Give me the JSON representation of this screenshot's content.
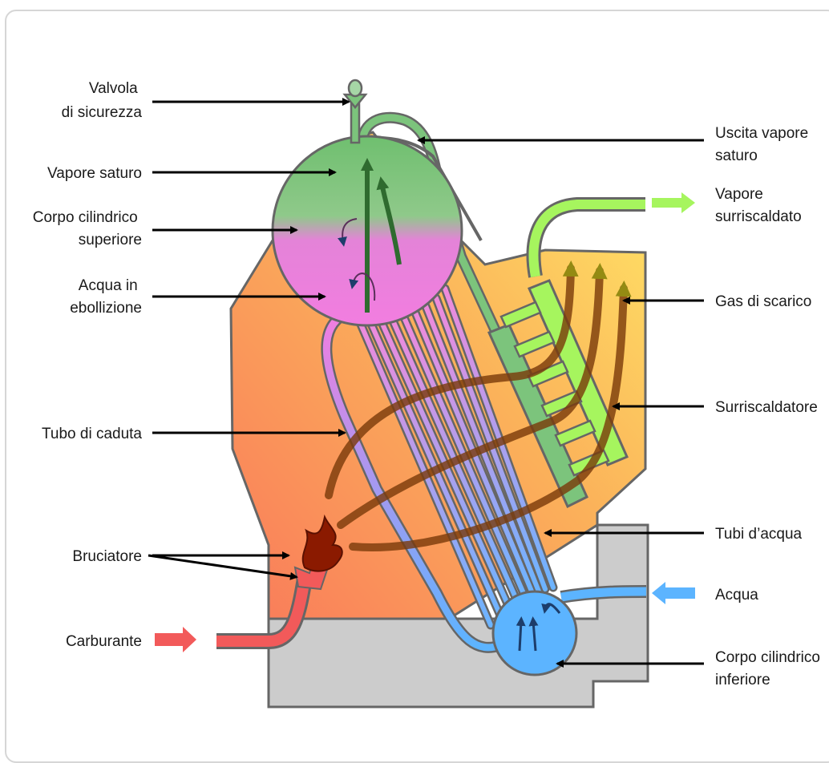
{
  "labels": {
    "safety_valve": [
      "Valvola",
      "di sicurezza"
    ],
    "saturated_steam": "Vapore saturo",
    "upper_drum": [
      "Corpo cilindrico",
      "superiore"
    ],
    "boiling_water": [
      "Acqua in",
      "ebollizione"
    ],
    "downcomer": "Tubo di caduta",
    "burner": "Bruciatore",
    "fuel": "Carburante",
    "steam_outlet": [
      "Uscita vapore",
      "saturo"
    ],
    "superheated_steam": [
      "Vapore",
      "surriscaldato"
    ],
    "exhaust_gas": "Gas di scarico",
    "superheater": "Surriscaldatore",
    "water_tubes": "Tubi d’acqua",
    "water": "Acqua",
    "lower_drum": [
      "Corpo cilindrico",
      "inferiore"
    ]
  },
  "colors": {
    "furnace_hot": "#f97a5a",
    "furnace_warm": "#ffe866",
    "steam_green": "#7cc47c",
    "boiling_pink": "#f27de0",
    "water_blue": "#5cb4ff",
    "superheated_green": "#a6f55e",
    "fuel_red": "#f25a5a",
    "flue_brown": "#7a3a0a",
    "base_grey": "#cccccc",
    "outline": "#666666"
  },
  "icons": [
    "flame-icon",
    "arrow-right-icon",
    "arrow-left-icon"
  ]
}
